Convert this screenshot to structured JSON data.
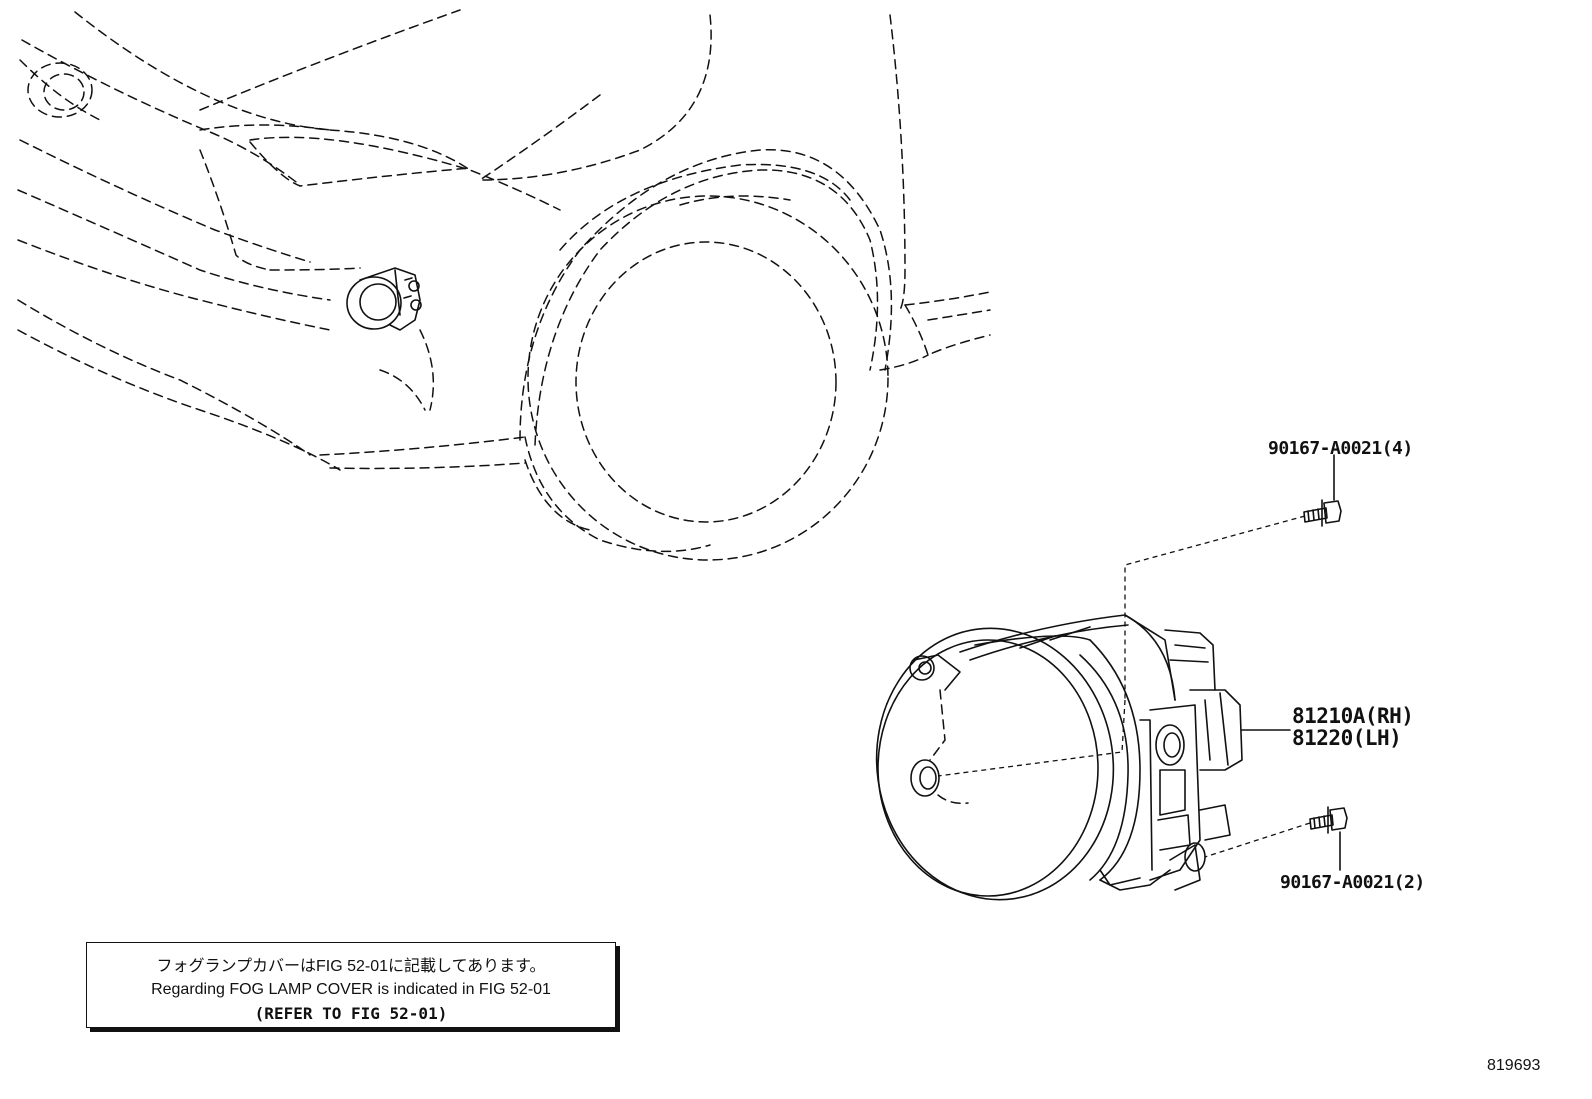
{
  "parts": {
    "bolt_upper": "90167-A0021(4)",
    "lamp_rh": "81210A(RH)",
    "lamp_lh": "81220(LH)",
    "bolt_lower": "90167-A0021(2)"
  },
  "note": {
    "line_ja": "フォグランプカバーはFIG 52-01に記載してあります。",
    "line_en": "Regarding FOG LAMP COVER is indicated in FIG 52-01",
    "line_ref": "(REFER TO FIG 52-01)"
  },
  "diagram_id": "819693"
}
